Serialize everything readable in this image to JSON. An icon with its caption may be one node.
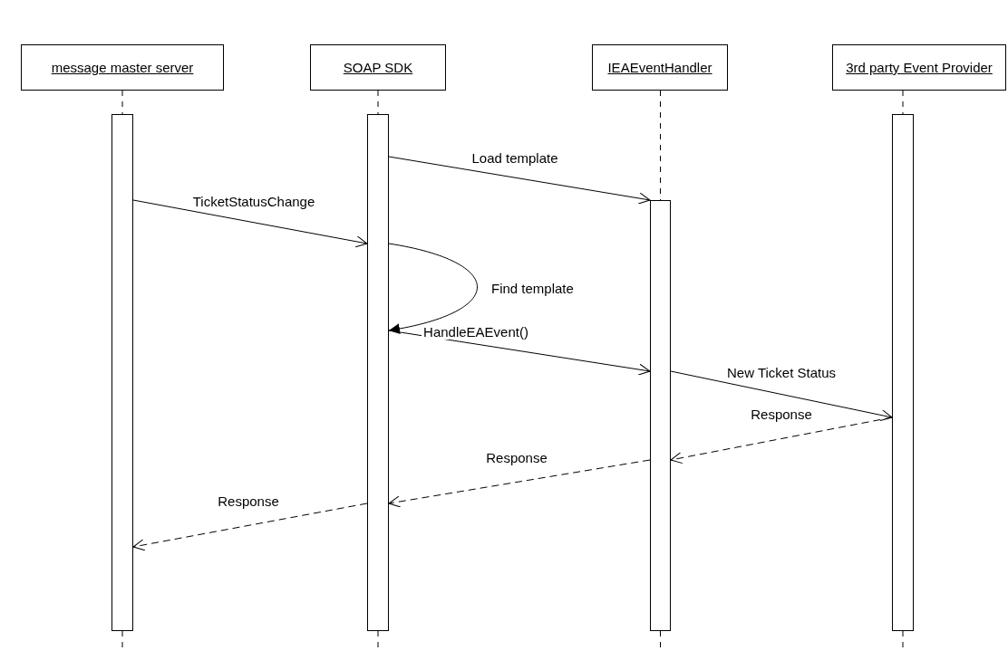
{
  "diagram": {
    "nodes": [
      {
        "text": [
          "message master server"
        ]
      },
      {
        "text": [
          "SOAP SDK"
        ]
      },
      {
        "text": [
          "IEAEventHandler"
        ]
      },
      {
        "text": [
          "3rd party Event Provider"
        ]
      },
      {
        "text": [],
        "shape": "bar"
      },
      {
        "text": [],
        "shape": "bar"
      },
      {
        "text": [],
        "shape": "bar"
      },
      {
        "text": [],
        "shape": "bar"
      }
    ],
    "edges": [
      {
        "from": 5,
        "to": 6,
        "arrow": "to",
        "label": "Load template"
      },
      {
        "from": 4,
        "to": 5,
        "arrow": "to",
        "label": "TicketStatusChange"
      },
      {
        "from": 5,
        "to": 5,
        "arrow": "to",
        "label": "Find template"
      },
      {
        "from": 5,
        "to": 6,
        "arrow": "to",
        "label": "HandleEAEvent()"
      },
      {
        "from": 6,
        "to": 7,
        "arrow": "to",
        "label": "New Ticket Status"
      },
      {
        "from": 7,
        "to": 6,
        "arrow": "to",
        "label": "Response",
        "style": "dashed"
      },
      {
        "from": 6,
        "to": 5,
        "arrow": "to",
        "label": "Response",
        "style": "dashed"
      },
      {
        "from": 5,
        "to": 4,
        "arrow": "to",
        "label": "Response",
        "style": "dashed"
      },
      {
        "from": 0,
        "to": 4,
        "arrow": "none",
        "style": "dashed"
      },
      {
        "from": 1,
        "to": 5,
        "arrow": "none",
        "style": "dashed"
      },
      {
        "from": 2,
        "to": 6,
        "arrow": "none",
        "style": "dashed"
      },
      {
        "from": 3,
        "to": 7,
        "arrow": "none",
        "style": "dashed"
      },
      {
        "from": 4,
        "to": null,
        "arrow": "none",
        "style": "dashed"
      },
      {
        "from": 5,
        "to": null,
        "arrow": "none",
        "style": "dashed"
      },
      {
        "from": 6,
        "to": null,
        "arrow": "none",
        "style": "dashed"
      },
      {
        "from": 7,
        "to": null,
        "arrow": "none",
        "style": "dashed"
      }
    ]
  }
}
